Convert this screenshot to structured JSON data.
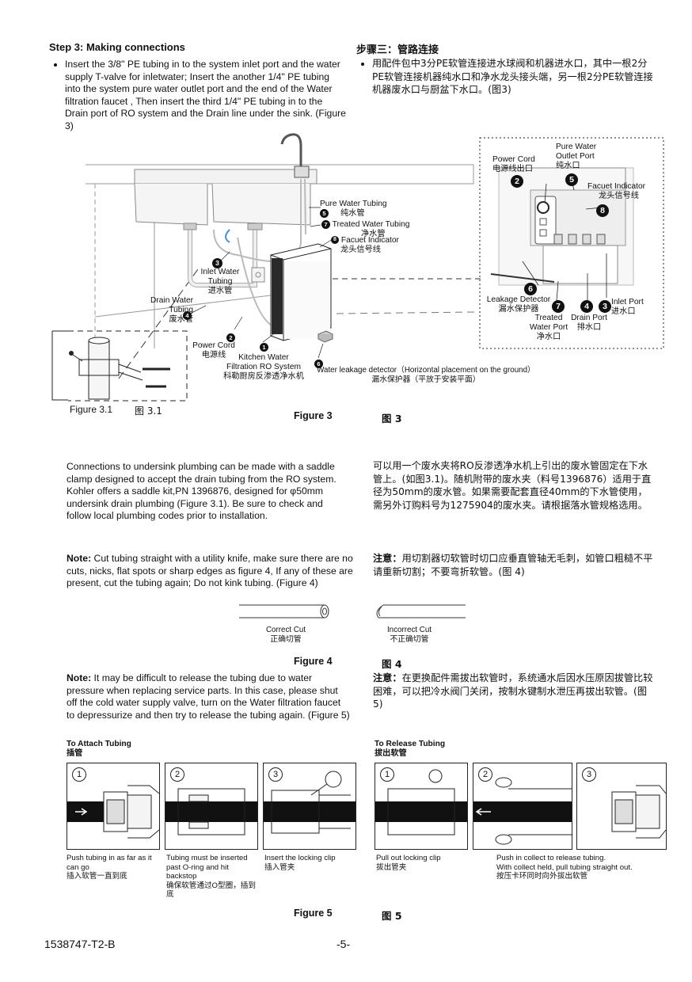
{
  "section_en": {
    "heading": "Step 3: Making connections",
    "bullet": "Insert the 3/8\" PE tubing in to the system inlet port and the water supply T-valve for inletwater; Insert the another 1/4\" PE tubing into the system pure water outlet port and the end of the Water filtration faucet , Then insert the third 1/4\" PE tubing in to the Drain port of RO system and the Drain line under the sink. (Figure 3)"
  },
  "section_cn": {
    "heading": "步骤三：管路连接",
    "bullet": "用配件包中3分PE软管连接进水球阀和机器进水口，其中一根2分PE软管连接机器纯水口和净水龙头接头端，另一根2分PE软管连接机器废水口与厨盆下水口。(图3)"
  },
  "figure3": {
    "caption_en": "Figure 3",
    "caption_cn": "图 3",
    "inset_caption_en": "Figure 3.1",
    "inset_caption_cn": "图 3.1",
    "labels": {
      "pure_water_tubing": {
        "num": "5",
        "en": "Pure Water Tubing",
        "cn": "纯水管"
      },
      "treated_water_tubing": {
        "num": "7",
        "en": "Treated Water Tubing",
        "cn": "净水管"
      },
      "faucet_indicator": {
        "num": "8",
        "en": "Facuet Indicator",
        "cn": "龙头信号线"
      },
      "inlet_water_tubing": {
        "num": "3",
        "en1": "Inlet Water",
        "en2": "Tubing",
        "cn": "进水管"
      },
      "drain_water_tubing": {
        "num": "4",
        "en1": "Drain Water",
        "en2": "Tubing",
        "cn": "废水管"
      },
      "power_cord": {
        "num": "2",
        "en": "Power Cord",
        "cn": "电源线"
      },
      "kitchen_ro": {
        "num": "1",
        "en1": "Kitchen Water",
        "en2": "Filtration RO System",
        "cn": "科勒厨房反渗透净水机"
      },
      "leak_detector": {
        "num": "6",
        "en": "Water leakage detector（Horizontal placement on the ground）",
        "cn": "漏水保护器（平放于安装平面）"
      }
    },
    "detail": {
      "pure_water_outlet": {
        "num": "5",
        "en1": "Pure Water",
        "en2": "Outlet Port",
        "cn": "纯水口"
      },
      "power_cord_outlet": {
        "num": "2",
        "en": "Power Cord",
        "cn": "电源线出口"
      },
      "faucet_indicator": {
        "num": "8",
        "en": "Facuet Indicator",
        "cn": "龙头信号线"
      },
      "leakage_detector": {
        "num": "6",
        "en": "Leakage Detector",
        "cn": "漏水保护器"
      },
      "treated_water_port": {
        "num": "7",
        "en1": "Treated",
        "en2": "Water Port",
        "cn": "净水口"
      },
      "drain_port": {
        "num": "4",
        "en": "Drain Port",
        "cn": "排水口"
      },
      "inlet_port": {
        "num": "3",
        "en": "Inlet Port",
        "cn": "进水口"
      }
    }
  },
  "saddle_para": {
    "en": "Connections to undersink plumbing can be made with a saddle clamp designed to accept the drain tubing from the RO system. Kohler offers a saddle kit,PN 1396876, designed for φ50mm undersink drain plumbing (Figure 3.1). Be sure to check and follow local plumbing codes prior to installation.",
    "cn": "可以用一个废水夹将RO反渗透净水机上引出的废水管固定在下水管上。(如图3.1)。随机附带的废水夹（料号1396876）适用于直径为50mm的废水管。如果需要配套直径40mm的下水管使用，需另外订购料号为1275904的废水夹。请根据落水管规格选用。"
  },
  "note1": {
    "label_en": "Note:",
    "en": " Cut tubing straight with a utility knife, make sure there are no cuts, nicks, flat spots or sharp edges as figure 4, If any of these are present, cut the tubing again; Do not kink tubing. (Figure 4)",
    "label_cn": "注意：",
    "cn": "用切割器切软管时切口应垂直管轴无毛刺，如管口粗糙不平请重新切割；不要弯折软管。(图 4)"
  },
  "figure4": {
    "correct_en": "Correct Cut",
    "correct_cn": "正确切管",
    "incorrect_en": "Incorrect Cut",
    "incorrect_cn": "不正确切管",
    "caption_en": "Figure 4",
    "caption_cn": "图 4"
  },
  "note2": {
    "label_en": "Note:",
    "en": " It may be difficult to release the tubing due to water pressure when replacing service parts. In this case, please shut off the cold water supply valve, turn on the Water filtration faucet to depressurize and then try to release the tubing again. (Figure 5)",
    "label_cn": "注意：",
    "cn": "在更换配件需拔出软管时，系统通水后因水压原因拔管比较困难，可以把冷水阀门关闭，按制水键制水泄压再拔出软管。(图 5)"
  },
  "figure5": {
    "attach_title_en": "To Attach Tubing",
    "attach_title_cn": "插管",
    "release_title_en": "To Release Tubing",
    "release_title_cn": "拔出软管",
    "attach_steps": [
      {
        "num": "1",
        "caption": "Push tubing in as far as it can go\n插入软管一直到底"
      },
      {
        "num": "2",
        "caption": "Tubing must be inserted past O-ring and hit backstop\n确保软管通过O型圈，插到底"
      },
      {
        "num": "3",
        "caption": "Insert the locking clip\n插入管夹"
      }
    ],
    "release_steps": [
      {
        "num": "1",
        "caption": "Pull out locking clip\n拔出管夹"
      },
      {
        "num": "2",
        "caption": "Push in collect to release tubing.\nWith collect held, pull tubing straight out.\n按压卡环同时向外拔出软管"
      },
      {
        "num": "3",
        "caption": ""
      }
    ],
    "caption_en": "Figure 5",
    "caption_cn": "图 5"
  },
  "footer": {
    "doc_number": "1538747-T2-B",
    "page": "-5-"
  }
}
